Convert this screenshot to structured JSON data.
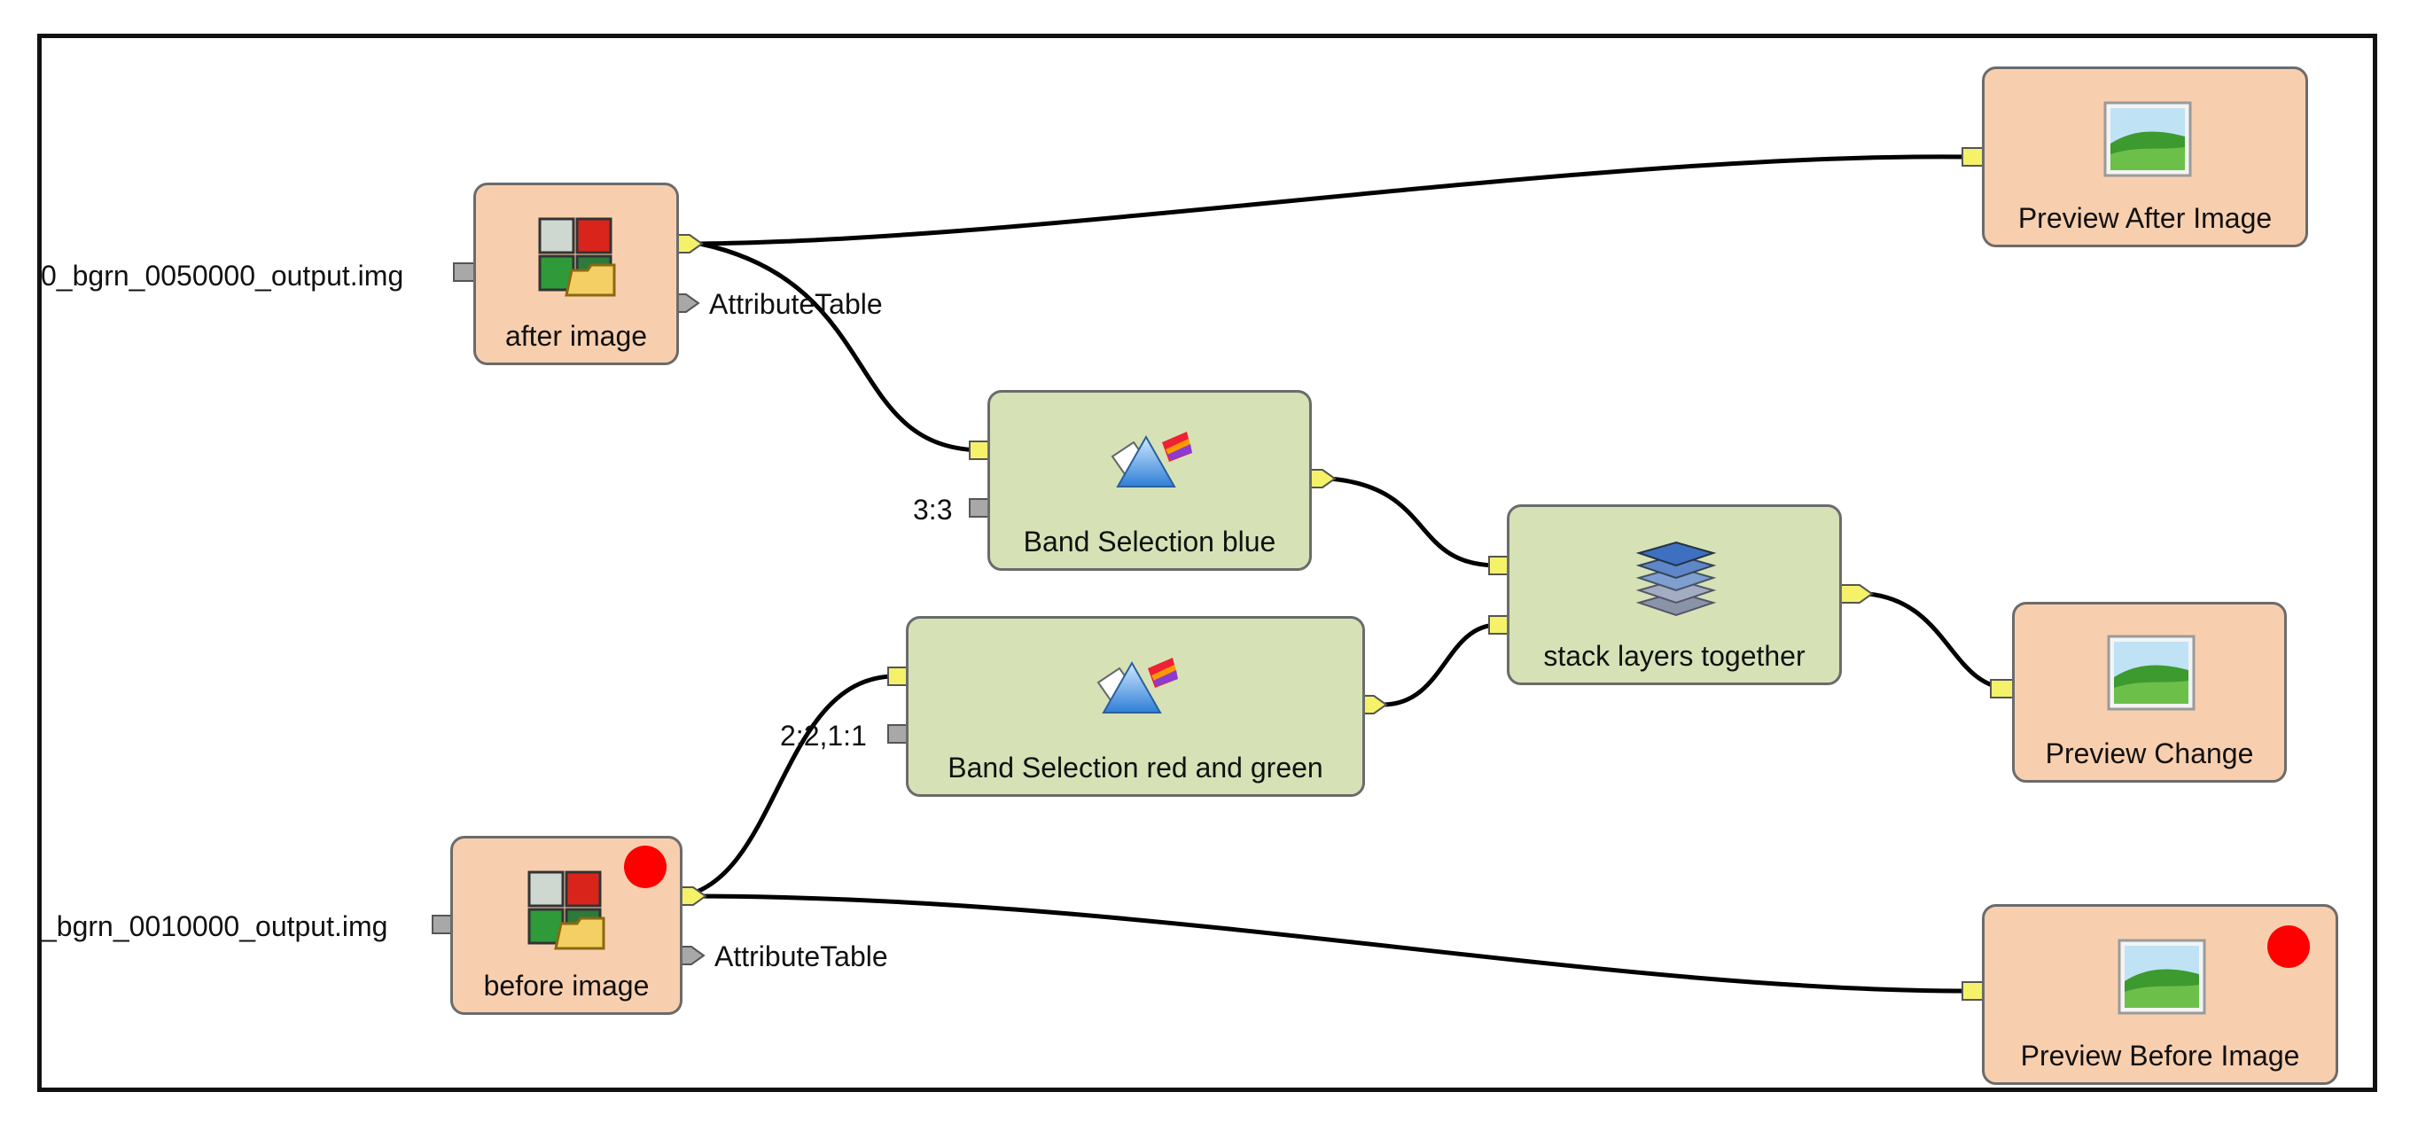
{
  "nodes": {
    "after_image": {
      "label": "after image",
      "icon": "raster-input-icon"
    },
    "before_image": {
      "label": "before image",
      "icon": "raster-input-icon"
    },
    "band_blue": {
      "label": "Band Selection blue",
      "icon": "prism-icon"
    },
    "band_red_green": {
      "label": "Band Selection red and green",
      "icon": "prism-icon"
    },
    "stack": {
      "label": "stack layers together",
      "icon": "layers-stack-icon"
    },
    "preview_after": {
      "label": "Preview After Image",
      "icon": "landscape-preview-icon"
    },
    "preview_change": {
      "label": "Preview Change",
      "icon": "landscape-preview-icon"
    },
    "preview_before": {
      "label": "Preview Before Image",
      "icon": "landscape-preview-icon"
    }
  },
  "ports": {
    "after_input": "0_bgrn_0050000_output.img",
    "after_attr": "AttributeTable",
    "before_input": "_bgrn_0010000_output.img",
    "before_attr": "AttributeTable",
    "blue_bands": "3:3",
    "red_green_bands": "2:2,1:1"
  },
  "colors": {
    "io_node": "#f8cfae",
    "process_node": "#d6e2b6",
    "output_port": "#f5f26a",
    "input_port": "#a8a8a8",
    "status_dot": "#ff0000"
  }
}
